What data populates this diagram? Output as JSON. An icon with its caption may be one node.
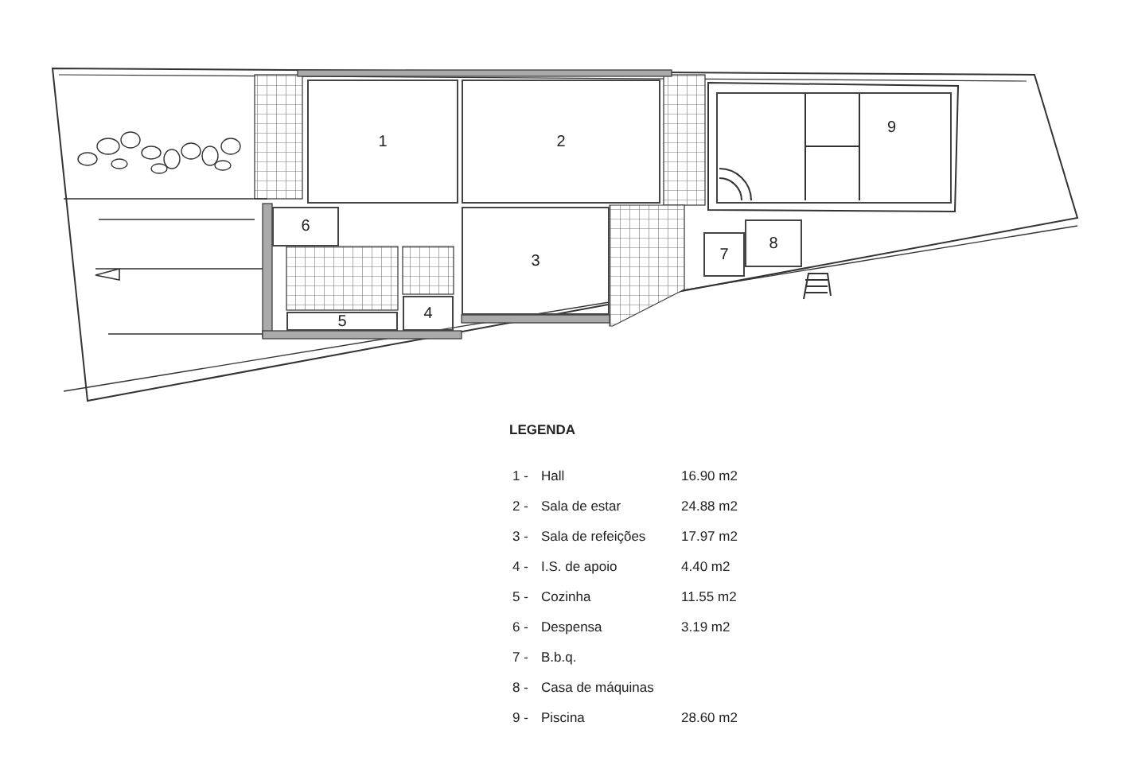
{
  "diagram": {
    "nodes": [
      {
        "text": [
          "1"
        ]
      },
      {
        "text": [
          "2"
        ]
      },
      {
        "text": [
          "3"
        ]
      },
      {
        "text": [
          "4"
        ]
      },
      {
        "text": [
          "5"
        ]
      },
      {
        "text": [
          "6"
        ]
      },
      {
        "text": [
          "7"
        ]
      },
      {
        "text": [
          "8"
        ]
      },
      {
        "text": [
          "9"
        ]
      }
    ],
    "labels": [
      "LEGENDA",
      "1 -",
      "Hall",
      "16.90 m2",
      "2 -",
      "Sala de estar",
      "24.88 m2",
      "3 -",
      "Sala de refeições",
      "17.97 m2",
      "4 -",
      "I.S. de apoio",
      "4.40 m2",
      "5 -",
      "Cozinha",
      "11.55 m2",
      "6 -",
      "Despensa",
      "3.19 m2",
      "7 -",
      "B.b.q.",
      "8 -",
      "Casa de máquinas",
      "9 -",
      "Piscina",
      "28.60 m2"
    ]
  }
}
